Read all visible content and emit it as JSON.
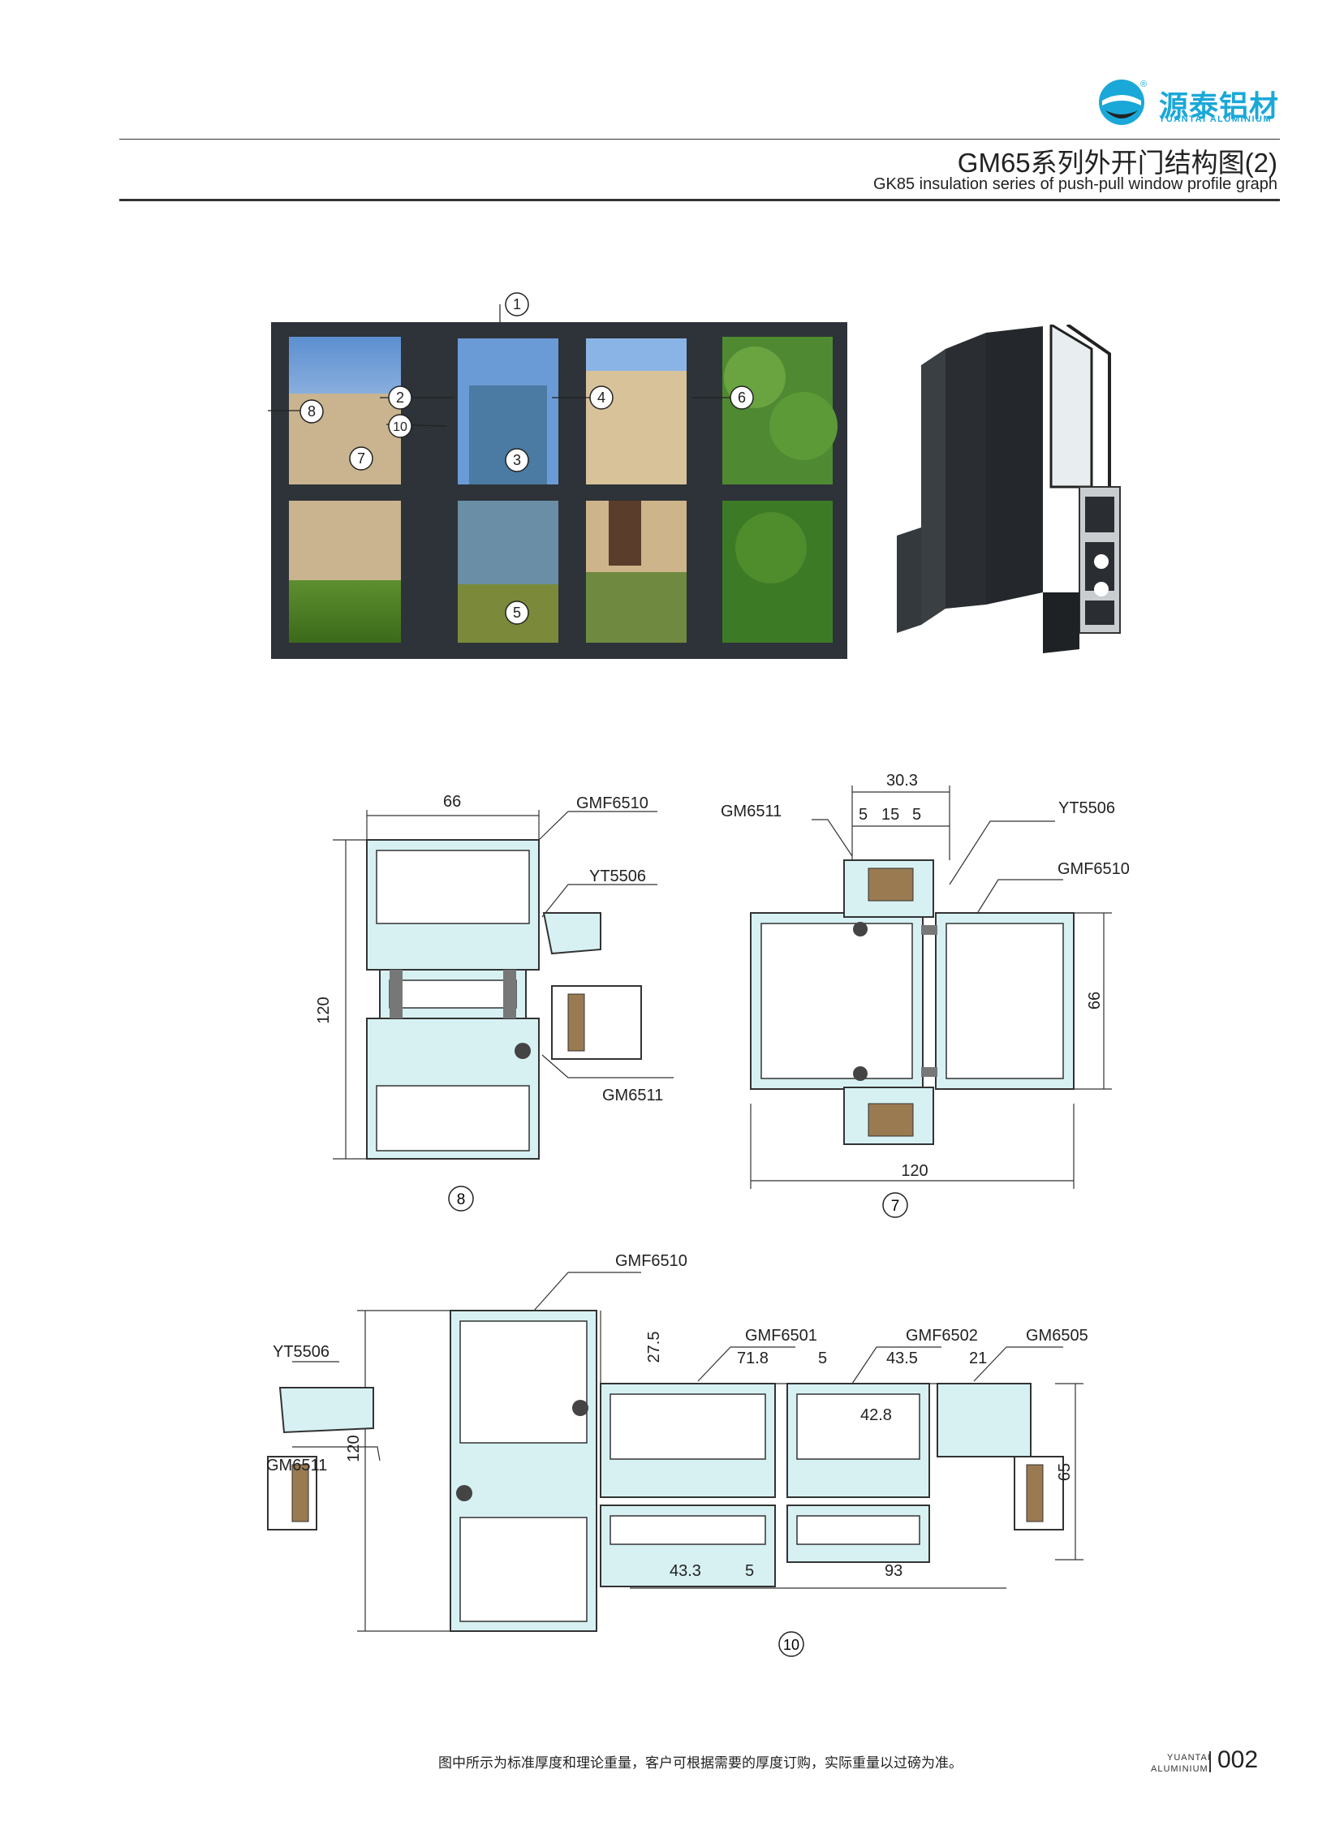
{
  "brand": {
    "name_cn": "源泰铝材",
    "name_en": "YUANTAI ALUMINIUM",
    "registered_mark": "®"
  },
  "header": {
    "title_cn": "GM65系列外开门结构图(2)",
    "title_en": "GK85 insulation series of push-pull window profile graph"
  },
  "photo_callouts": [
    "1",
    "2",
    "3",
    "4",
    "5",
    "6",
    "7",
    "8",
    "10"
  ],
  "section_8": {
    "number": "8",
    "dims": {
      "width": "66",
      "height": "120"
    },
    "labels": {
      "frame": "GMF6510",
      "bead": "YT5506",
      "sash": "GM6511"
    }
  },
  "section_7": {
    "number": "7",
    "dims": {
      "top": "30.3",
      "a": "5",
      "b": "15",
      "c": "5",
      "width": "120",
      "height": "66"
    },
    "labels": {
      "sash": "GM6511",
      "bead": "YT5506",
      "frame": "GMF6510"
    }
  },
  "section_10": {
    "number": "10",
    "dims": {
      "offset": "27.5",
      "w1": "71.8",
      "gap1": "5",
      "w2": "43.5",
      "w3": "21",
      "inner": "42.8",
      "b1": "43.3",
      "gap2": "5",
      "b2": "93",
      "height_left": "120",
      "height_right": "65"
    },
    "labels": {
      "frame": "GMF6510",
      "p1": "GMF6501",
      "p2": "GMF6502",
      "p3": "GM6505",
      "bead": "YT5506",
      "sash": "GM6511"
    }
  },
  "footer": {
    "note": "图中所示为标准厚度和理论重量，客户可根据需要的厚度订购，实际重量以过磅为准。",
    "brand_line1": "YUANTAI",
    "brand_line2": "ALUMINIUM",
    "page": "002"
  },
  "colors": {
    "brand": "#1aa8d8",
    "profile_fill": "#d7f1f3",
    "profile_stroke": "#333333",
    "frame_dark": "#2d3338"
  }
}
